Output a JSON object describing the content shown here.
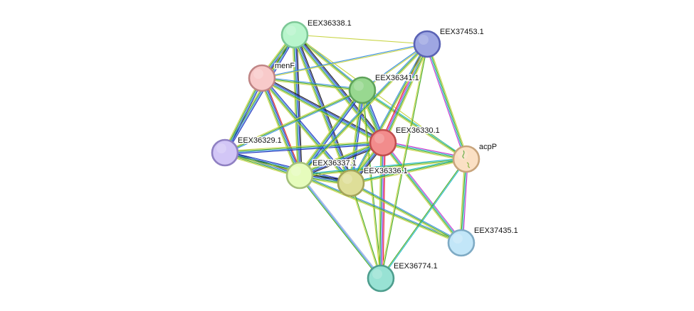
{
  "network": {
    "evidence_colors": {
      "black": "#1a1a1a",
      "darkblue": "#2233bb",
      "blue": "#3a8fe0",
      "cyan": "#22b8c8",
      "teal": "#2aa07a",
      "green": "#44aa22",
      "yellow": "#c8d444",
      "red": "#e02020",
      "magenta": "#cc33cc",
      "lavender": "#9aa8e0"
    },
    "nodes": [
      {
        "id": "EEX36338.1",
        "label": "EEX36338.1",
        "fill": "#b8f5cc",
        "stroke": "#7cc796"
      },
      {
        "id": "EEX37453.1",
        "label": "EEX37453.1",
        "fill": "#9ea6e2",
        "stroke": "#5a62b4"
      },
      {
        "id": "menF",
        "label": "menF",
        "fill": "#f8caca",
        "stroke": "#c08686"
      },
      {
        "id": "EEX36341.1",
        "label": "EEX36341.1",
        "fill": "#98d890",
        "stroke": "#5ea25a"
      },
      {
        "id": "EEX36330.1",
        "label": "EEX36330.1",
        "fill": "#f28c8c",
        "stroke": "#c04e4e"
      },
      {
        "id": "EEX36329.1",
        "label": "EEX36329.1",
        "fill": "#d2c6f6",
        "stroke": "#8f80c2"
      },
      {
        "id": "acpP",
        "label": "acpP",
        "fill": "#fbe0c4",
        "stroke": "#c8a47c"
      },
      {
        "id": "EEX36337.1",
        "label": "EEX36337.1",
        "fill": "#e6fcbc",
        "stroke": "#a4c07a"
      },
      {
        "id": "EEX36336.1",
        "label": "EEX36336.1",
        "fill": "#dede98",
        "stroke": "#a4a45a"
      },
      {
        "id": "EEX37435.1",
        "label": "EEX37435.1",
        "fill": "#c2e6f8",
        "stroke": "#7eaac4"
      },
      {
        "id": "EEX36774.1",
        "label": "EEX36774.1",
        "fill": "#98e2d4",
        "stroke": "#4e9e8e"
      }
    ],
    "edges": [
      {
        "source": "EEX36338.1",
        "target": "menF",
        "evidence": [
          "black",
          "darkblue",
          "blue",
          "green",
          "yellow"
        ]
      },
      {
        "source": "EEX36338.1",
        "target": "EEX36341.1",
        "evidence": [
          "blue",
          "green",
          "yellow"
        ]
      },
      {
        "source": "EEX36338.1",
        "target": "EEX36330.1",
        "evidence": [
          "black",
          "darkblue",
          "blue",
          "green",
          "yellow"
        ]
      },
      {
        "source": "EEX36338.1",
        "target": "EEX36329.1",
        "evidence": [
          "darkblue",
          "blue",
          "green",
          "yellow"
        ]
      },
      {
        "source": "EEX36338.1",
        "target": "EEX36337.1",
        "evidence": [
          "black",
          "darkblue",
          "blue",
          "green",
          "yellow"
        ]
      },
      {
        "source": "EEX36338.1",
        "target": "EEX36336.1",
        "evidence": [
          "black",
          "darkblue",
          "blue",
          "green",
          "yellow"
        ]
      },
      {
        "source": "EEX36338.1",
        "target": "EEX37453.1",
        "evidence": [
          "yellow"
        ]
      },
      {
        "source": "EEX36338.1",
        "target": "acpP",
        "evidence": [
          "yellow"
        ]
      },
      {
        "source": "menF",
        "target": "EEX36341.1",
        "evidence": [
          "blue",
          "green",
          "yellow"
        ]
      },
      {
        "source": "menF",
        "target": "EEX36330.1",
        "evidence": [
          "black",
          "darkblue",
          "blue",
          "green",
          "yellow"
        ]
      },
      {
        "source": "menF",
        "target": "EEX36329.1",
        "evidence": [
          "darkblue",
          "blue",
          "green",
          "yellow"
        ]
      },
      {
        "source": "menF",
        "target": "EEX36337.1",
        "evidence": [
          "red",
          "darkblue",
          "blue",
          "green",
          "yellow"
        ]
      },
      {
        "source": "menF",
        "target": "EEX36336.1",
        "evidence": [
          "darkblue",
          "blue",
          "green",
          "yellow"
        ]
      },
      {
        "source": "menF",
        "target": "EEX37453.1",
        "evidence": [
          "blue",
          "yellow"
        ]
      },
      {
        "source": "EEX36341.1",
        "target": "EEX36330.1",
        "evidence": [
          "darkblue",
          "blue",
          "teal",
          "green",
          "yellow"
        ]
      },
      {
        "source": "EEX36341.1",
        "target": "EEX36329.1",
        "evidence": [
          "blue",
          "green",
          "yellow"
        ]
      },
      {
        "source": "EEX36341.1",
        "target": "EEX36337.1",
        "evidence": [
          "darkblue",
          "blue",
          "green",
          "yellow"
        ]
      },
      {
        "source": "EEX36341.1",
        "target": "EEX36336.1",
        "evidence": [
          "darkblue",
          "blue",
          "green",
          "yellow"
        ]
      },
      {
        "source": "EEX36341.1",
        "target": "acpP",
        "evidence": [
          "cyan",
          "green",
          "yellow"
        ]
      },
      {
        "source": "EEX36341.1",
        "target": "EEX36774.1",
        "evidence": [
          "green",
          "yellow"
        ]
      },
      {
        "source": "EEX36341.1",
        "target": "EEX37453.1",
        "evidence": [
          "blue",
          "yellow"
        ]
      },
      {
        "source": "EEX36330.1",
        "target": "EEX36329.1",
        "evidence": [
          "darkblue",
          "blue",
          "green",
          "yellow"
        ]
      },
      {
        "source": "EEX36330.1",
        "target": "EEX36337.1",
        "evidence": [
          "black",
          "darkblue",
          "blue",
          "green",
          "yellow"
        ]
      },
      {
        "source": "EEX36330.1",
        "target": "EEX36336.1",
        "evidence": [
          "black",
          "darkblue",
          "blue",
          "green",
          "yellow"
        ]
      },
      {
        "source": "EEX36330.1",
        "target": "acpP",
        "evidence": [
          "magenta",
          "cyan",
          "green",
          "yellow"
        ]
      },
      {
        "source": "EEX36330.1",
        "target": "EEX37453.1",
        "evidence": [
          "red",
          "magenta",
          "blue",
          "green",
          "yellow"
        ]
      },
      {
        "source": "EEX36330.1",
        "target": "EEX37435.1",
        "evidence": [
          "magenta",
          "cyan",
          "green",
          "yellow"
        ]
      },
      {
        "source": "EEX36330.1",
        "target": "EEX36774.1",
        "evidence": [
          "red",
          "magenta",
          "blue",
          "green",
          "yellow"
        ]
      },
      {
        "source": "EEX36329.1",
        "target": "EEX36337.1",
        "evidence": [
          "black",
          "darkblue",
          "blue",
          "green",
          "yellow"
        ]
      },
      {
        "source": "EEX36329.1",
        "target": "EEX36336.1",
        "evidence": [
          "darkblue",
          "blue",
          "green",
          "yellow"
        ]
      },
      {
        "source": "EEX36337.1",
        "target": "EEX36336.1",
        "evidence": [
          "black",
          "darkblue",
          "blue",
          "green",
          "yellow"
        ]
      },
      {
        "source": "EEX36337.1",
        "target": "acpP",
        "evidence": [
          "cyan",
          "green",
          "yellow"
        ]
      },
      {
        "source": "EEX36337.1",
        "target": "EEX37453.1",
        "evidence": [
          "blue",
          "green",
          "yellow"
        ]
      },
      {
        "source": "EEX36337.1",
        "target": "EEX37435.1",
        "evidence": [
          "blue",
          "green",
          "yellow"
        ]
      },
      {
        "source": "EEX36337.1",
        "target": "EEX36774.1",
        "evidence": [
          "lavender",
          "blue",
          "green"
        ]
      },
      {
        "source": "EEX36336.1",
        "target": "acpP",
        "evidence": [
          "cyan",
          "green",
          "yellow"
        ]
      },
      {
        "source": "EEX36336.1",
        "target": "EEX37453.1",
        "evidence": [
          "blue",
          "green",
          "yellow"
        ]
      },
      {
        "source": "EEX36336.1",
        "target": "EEX37435.1",
        "evidence": [
          "blue",
          "green",
          "yellow"
        ]
      },
      {
        "source": "EEX36336.1",
        "target": "EEX36774.1",
        "evidence": [
          "green",
          "yellow"
        ]
      },
      {
        "source": "acpP",
        "target": "EEX37453.1",
        "evidence": [
          "magenta",
          "cyan",
          "green",
          "yellow"
        ]
      },
      {
        "source": "acpP",
        "target": "EEX37435.1",
        "evidence": [
          "magenta",
          "cyan",
          "green",
          "yellow"
        ]
      },
      {
        "source": "acpP",
        "target": "EEX36774.1",
        "evidence": [
          "cyan",
          "green"
        ]
      },
      {
        "source": "EEX37453.1",
        "target": "EEX36774.1",
        "evidence": [
          "green",
          "yellow"
        ]
      }
    ]
  }
}
